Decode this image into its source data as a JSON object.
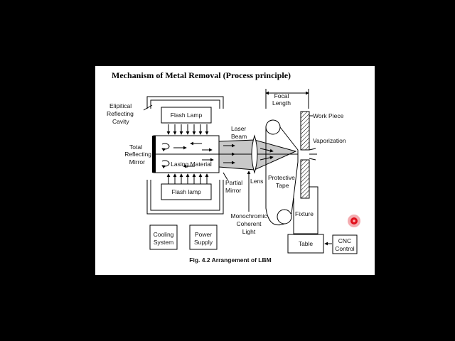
{
  "title": "Mechanism of Metal Removal (Process principle)",
  "caption": "Fig. 4.2 Arrangement of LBM",
  "labels": {
    "elliptical_cavity": [
      "Elipitical",
      "Reflecting",
      "Cavity"
    ],
    "flash_lamp_top": "Flash Lamp",
    "flash_lamp_bottom": "Flash lamp",
    "total_mirror": [
      "Total",
      "Reflecting",
      "Mirror"
    ],
    "lasing_material": "Lasing Material",
    "laser_beam": [
      "Laser",
      "Beam"
    ],
    "partial_mirror": [
      "Partial",
      "Mirror"
    ],
    "lens": "Lens",
    "focal_length": [
      "Focal",
      "Length"
    ],
    "work_piece": "Work Piece",
    "vaporization": "Vaporization",
    "protective_tape": [
      "Protective",
      "Tape"
    ],
    "monochromic_light": [
      "Monochromic",
      "Coherent",
      "Light"
    ],
    "fixture": "Fixture",
    "table": "Table",
    "cnc_control": [
      "CNC",
      "Control"
    ],
    "cooling_system": [
      "Cooling",
      "System"
    ],
    "power_supply": [
      "Power",
      "Supply"
    ]
  },
  "colors": {
    "laser_pointer": "#e0101c",
    "beam_fill": "#c8c8c8"
  }
}
